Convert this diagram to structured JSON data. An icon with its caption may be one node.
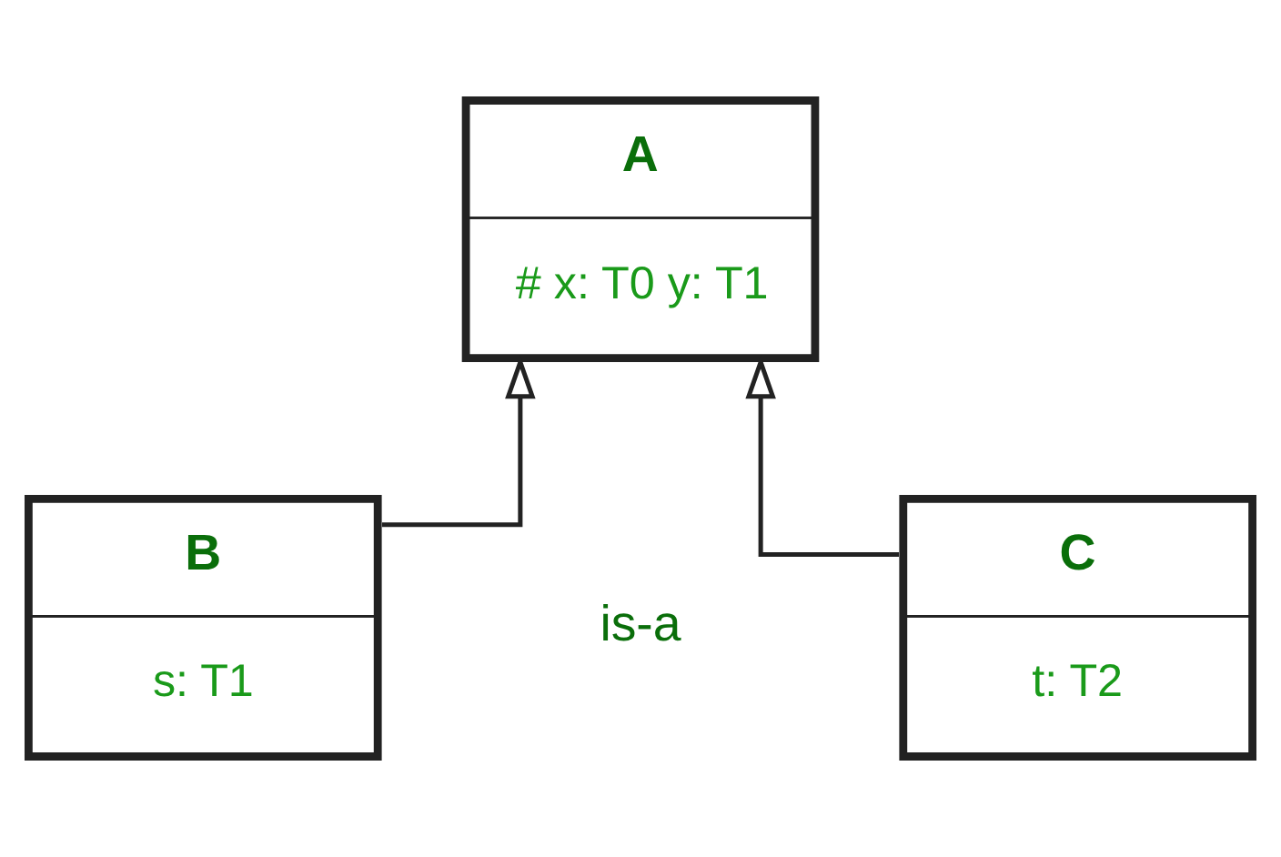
{
  "diagram": {
    "nodes": [
      {
        "text": [
          "A",
          "# x: T0 y: T1"
        ]
      },
      {
        "text": [
          "B",
          "s: T1"
        ]
      },
      {
        "text": [
          "C",
          "t: T2"
        ]
      }
    ],
    "edges": [
      {
        "from": 1,
        "to": 0,
        "arrow": "to"
      },
      {
        "from": 2,
        "to": 0,
        "arrow": "to"
      }
    ],
    "labels": [
      "is-a"
    ]
  }
}
